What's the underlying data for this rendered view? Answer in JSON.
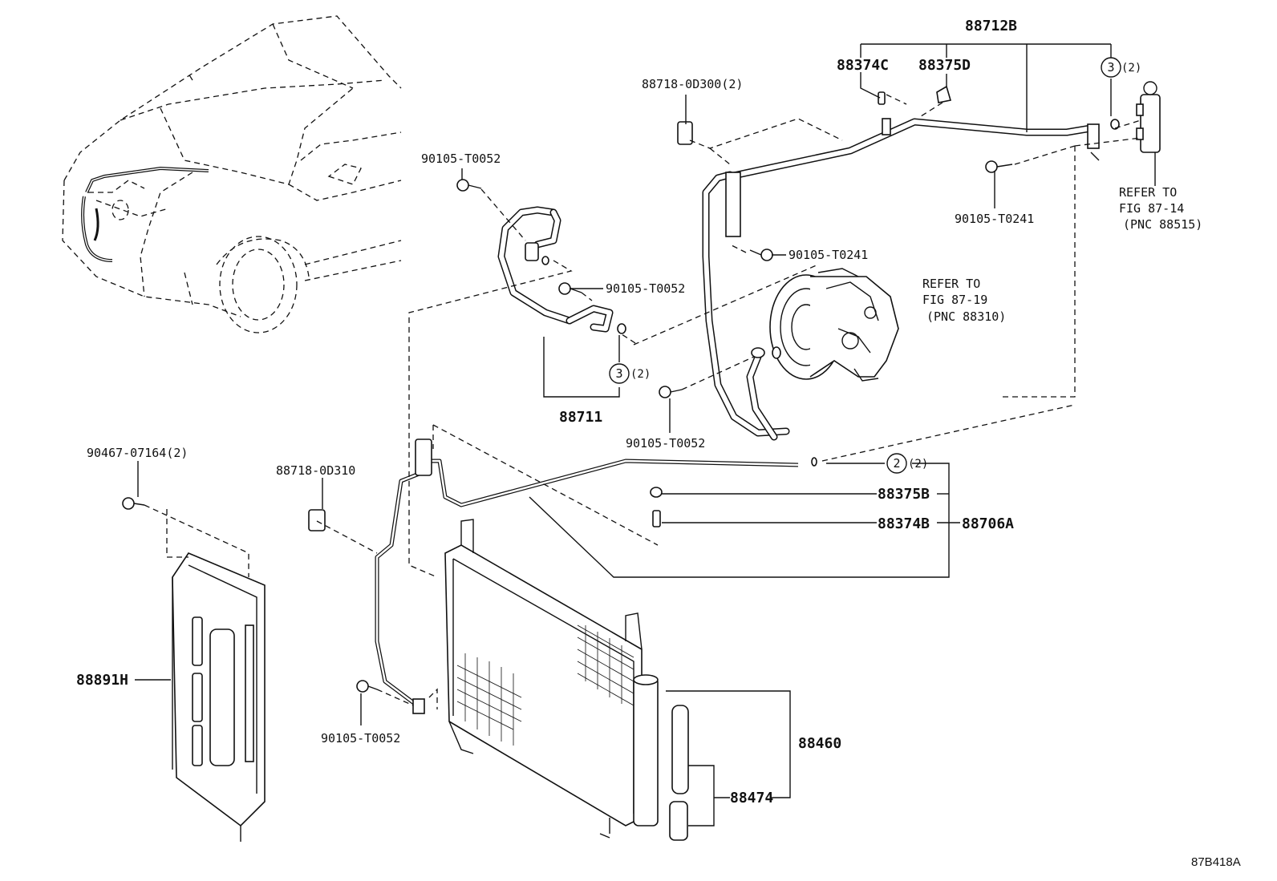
{
  "labels": {
    "p88712B": "88712B",
    "p88374C": "88374C",
    "p88375D": "88375D",
    "p88718_0D300": "88718-0D300(2)",
    "p90105_T0052_a": "90105-T0052",
    "p90105_T0052_b": "90105-T0052",
    "p90105_T0052_c": "90105-T0052",
    "p90105_T0052_d": "90105-T0052",
    "p90105_T0241_a": "90105-T0241",
    "p90105_T0241_b": "90105-T0241",
    "p88711": "88711",
    "p90467_07164": "90467-07164(2)",
    "p88718_0D310": "88718-0D310",
    "p88375B": "88375B",
    "p88374B": "88374B",
    "p88706A": "88706A",
    "p88891H": "88891H",
    "p88460": "88460",
    "p88474": "88474"
  },
  "callouts": {
    "c3_top": {
      "num": "3",
      "qty": "(2)"
    },
    "c3_mid": {
      "num": "3",
      "qty": "(2)"
    },
    "c2": {
      "num": "2",
      "qty": "(2)"
    }
  },
  "references": {
    "ref_88515": {
      "line1": "REFER TO",
      "line2": "FIG 87-14",
      "line3": "(PNC 88515)"
    },
    "ref_88310": {
      "line1": "REFER TO",
      "line2": "FIG 87-19",
      "line3": "(PNC 88310)"
    }
  },
  "figure_code": "87B418A"
}
